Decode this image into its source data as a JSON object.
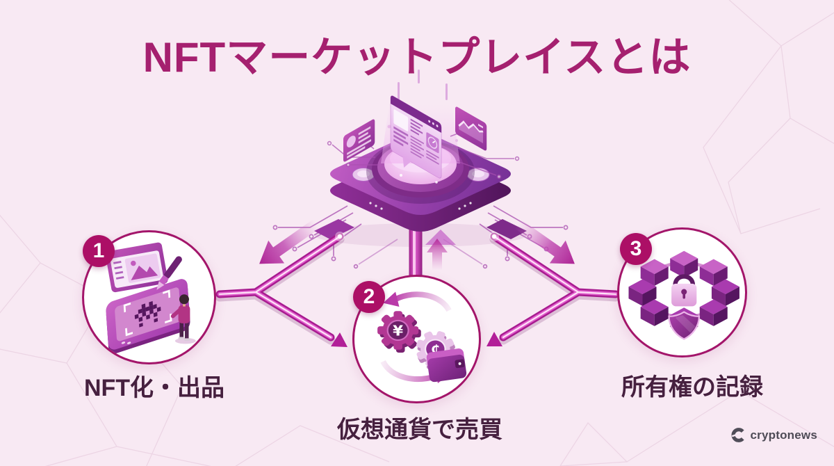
{
  "title": "NFTマーケットプレイスとは",
  "steps": [
    {
      "number": "1",
      "label": "NFT化・出品",
      "icon": "nft-mint-listing-illustration"
    },
    {
      "number": "2",
      "label": "仮想通貨で売買",
      "icon": "crypto-exchange-wallet-illustration"
    },
    {
      "number": "3",
      "label": "所有権の記録",
      "icon": "blockchain-ownership-lock-illustration"
    }
  ],
  "center_illustration": {
    "icon": "nft-marketplace-platform-illustration",
    "coin_yen_symbol": "¥",
    "coin_crypto_symbol": "₵"
  },
  "footer": {
    "brand_name": "cryptonews",
    "brand_icon": "cryptonews-c-logo-icon"
  },
  "colors": {
    "background": "#f8e9f3",
    "title": "#a5206f",
    "step_label": "#46203f",
    "badge": "#ac0f66",
    "circle_border": "#a3156a",
    "arrow": "#b22a9a",
    "pattern_line": "#ecd4e4",
    "logo_text": "#4e4b56"
  }
}
